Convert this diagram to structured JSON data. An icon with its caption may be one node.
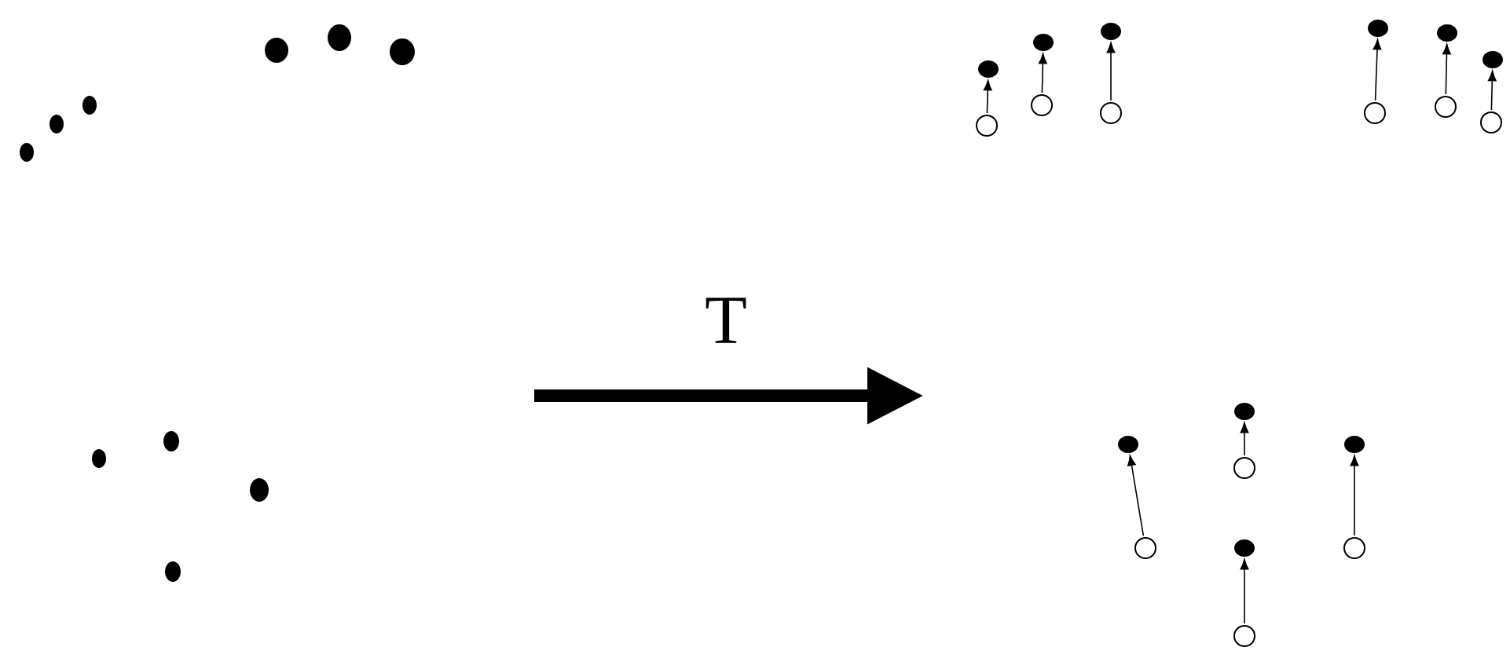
{
  "diagram": {
    "nodes": [
      {
        "text": [],
        "shape": "dot"
      },
      {
        "text": [],
        "shape": "circle"
      },
      {
        "text": [],
        "shape": "dot"
      },
      {
        "text": [],
        "shape": "circle"
      },
      {
        "text": [],
        "shape": "dot"
      },
      {
        "text": [],
        "shape": "circle"
      },
      {
        "text": [],
        "shape": "dot"
      },
      {
        "text": [],
        "shape": "circle"
      },
      {
        "text": [],
        "shape": "dot"
      },
      {
        "text": [],
        "shape": "circle"
      },
      {
        "text": [],
        "shape": "dot"
      },
      {
        "text": [],
        "shape": "circle"
      },
      {
        "text": [],
        "shape": "dot"
      },
      {
        "text": [],
        "shape": "circle"
      },
      {
        "text": [],
        "shape": "dot"
      },
      {
        "text": [],
        "shape": "circle"
      },
      {
        "text": [],
        "shape": "dot"
      },
      {
        "text": [],
        "shape": "circle"
      },
      {
        "text": [],
        "shape": "dot"
      },
      {
        "text": [],
        "shape": "circle"
      }
    ],
    "edges": [
      {
        "from": 1,
        "to": 0,
        "arrow": "to"
      },
      {
        "from": 3,
        "to": 2,
        "arrow": "to"
      },
      {
        "from": 5,
        "to": 4,
        "arrow": "to"
      },
      {
        "from": 7,
        "to": 6,
        "arrow": "to"
      },
      {
        "from": 9,
        "to": 8,
        "arrow": "to"
      },
      {
        "from": 11,
        "to": 10,
        "arrow": "to"
      },
      {
        "from": 13,
        "to": 12,
        "arrow": "to"
      },
      {
        "from": 15,
        "to": 14,
        "arrow": "to"
      },
      {
        "from": 17,
        "to": 16,
        "arrow": "to"
      },
      {
        "from": 19,
        "to": 18,
        "arrow": "to"
      }
    ],
    "labels": [
      "T"
    ]
  }
}
